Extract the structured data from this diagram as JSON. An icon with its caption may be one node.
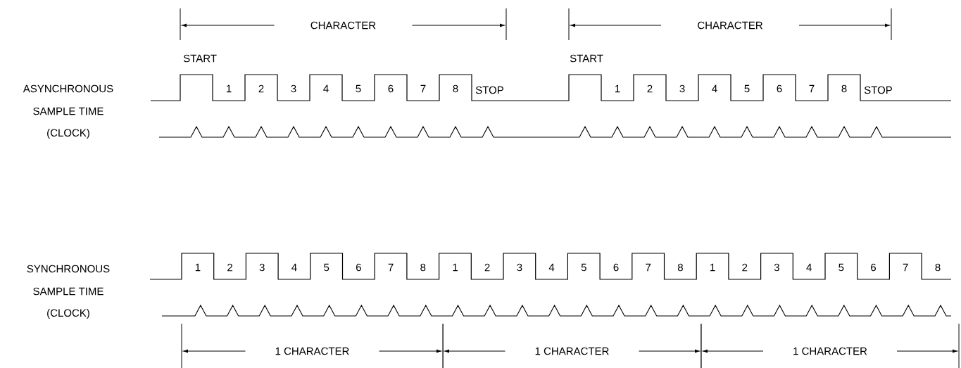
{
  "diagram": {
    "labels": [
      "CHARACTER",
      "CHARACTER",
      "START",
      "START",
      "ASYNCHRONOUS",
      "1",
      "2",
      "3",
      "4",
      "5",
      "6",
      "7",
      "8",
      "STOP",
      "1",
      "2",
      "3",
      "4",
      "5",
      "6",
      "7",
      "8",
      "STOP",
      "SAMPLE TIME",
      "(CLOCK)",
      "SYNCHRONOUS",
      "1",
      "2",
      "3",
      "4",
      "5",
      "6",
      "7",
      "8",
      "1",
      "2",
      "3",
      "4",
      "5",
      "6",
      "7",
      "8",
      "1",
      "2",
      "3",
      "4",
      "5",
      "6",
      "7",
      "8",
      "SAMPLE TIME",
      "(CLOCK)",
      "1 CHARACTER",
      "1 CHARACTER",
      "1 CHARACTER"
    ]
  }
}
